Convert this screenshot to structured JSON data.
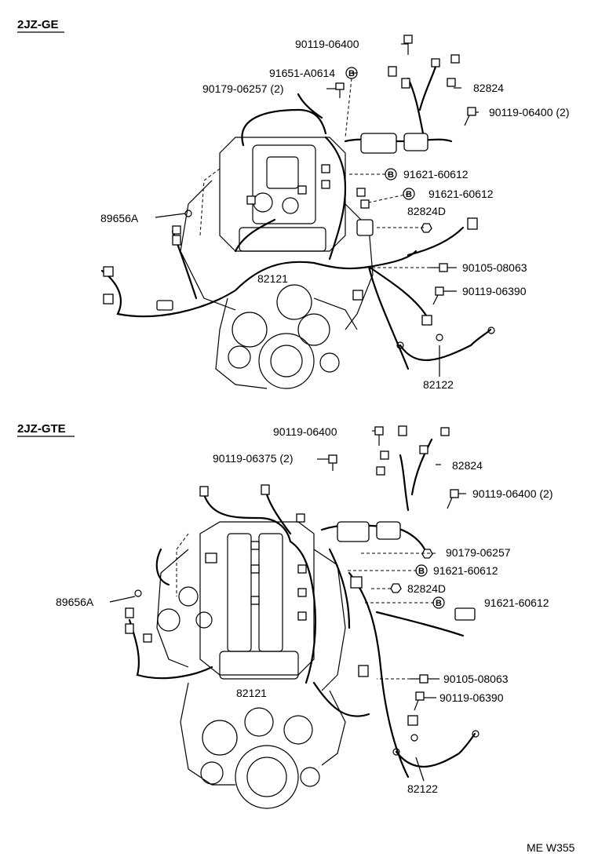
{
  "diagram_code": "ME W355",
  "sections": [
    {
      "title": "2JZ-GE",
      "callouts": [
        {
          "id": "c1",
          "text": "90119-06400",
          "badge": ""
        },
        {
          "id": "c2",
          "text": "91651-A0614",
          "badge": "B"
        },
        {
          "id": "c3",
          "text": "90179-06257 (2)",
          "badge": ""
        },
        {
          "id": "c4",
          "text": "82824",
          "badge": ""
        },
        {
          "id": "c5",
          "text": "90119-06400 (2)",
          "badge": ""
        },
        {
          "id": "c6",
          "text": "91621-60612",
          "badge": "B"
        },
        {
          "id": "c7",
          "text": "91621-60612",
          "badge": "B"
        },
        {
          "id": "c8",
          "text": "82824D",
          "badge": ""
        },
        {
          "id": "c9",
          "text": "89656A",
          "badge": ""
        },
        {
          "id": "c10",
          "text": "90105-08063",
          "badge": ""
        },
        {
          "id": "c11",
          "text": "82121",
          "badge": ""
        },
        {
          "id": "c12",
          "text": "90119-06390",
          "badge": ""
        },
        {
          "id": "c13",
          "text": "82122",
          "badge": ""
        }
      ]
    },
    {
      "title": "2JZ-GTE",
      "callouts": [
        {
          "id": "d1",
          "text": "90119-06400",
          "badge": ""
        },
        {
          "id": "d2",
          "text": "90119-06375 (2)",
          "badge": ""
        },
        {
          "id": "d3",
          "text": "82824",
          "badge": ""
        },
        {
          "id": "d4",
          "text": "90119-06400 (2)",
          "badge": ""
        },
        {
          "id": "d5",
          "text": "90179-06257",
          "badge": ""
        },
        {
          "id": "d6",
          "text": "91621-60612",
          "badge": "B"
        },
        {
          "id": "d7",
          "text": "82824D",
          "badge": ""
        },
        {
          "id": "d8",
          "text": "89656A",
          "badge": ""
        },
        {
          "id": "d9",
          "text": "91621-60612",
          "badge": "B"
        },
        {
          "id": "d10",
          "text": "90105-08063",
          "badge": ""
        },
        {
          "id": "d11",
          "text": "82121",
          "badge": ""
        },
        {
          "id": "d12",
          "text": "90119-06390",
          "badge": ""
        },
        {
          "id": "d13",
          "text": "82122",
          "badge": ""
        }
      ]
    }
  ]
}
